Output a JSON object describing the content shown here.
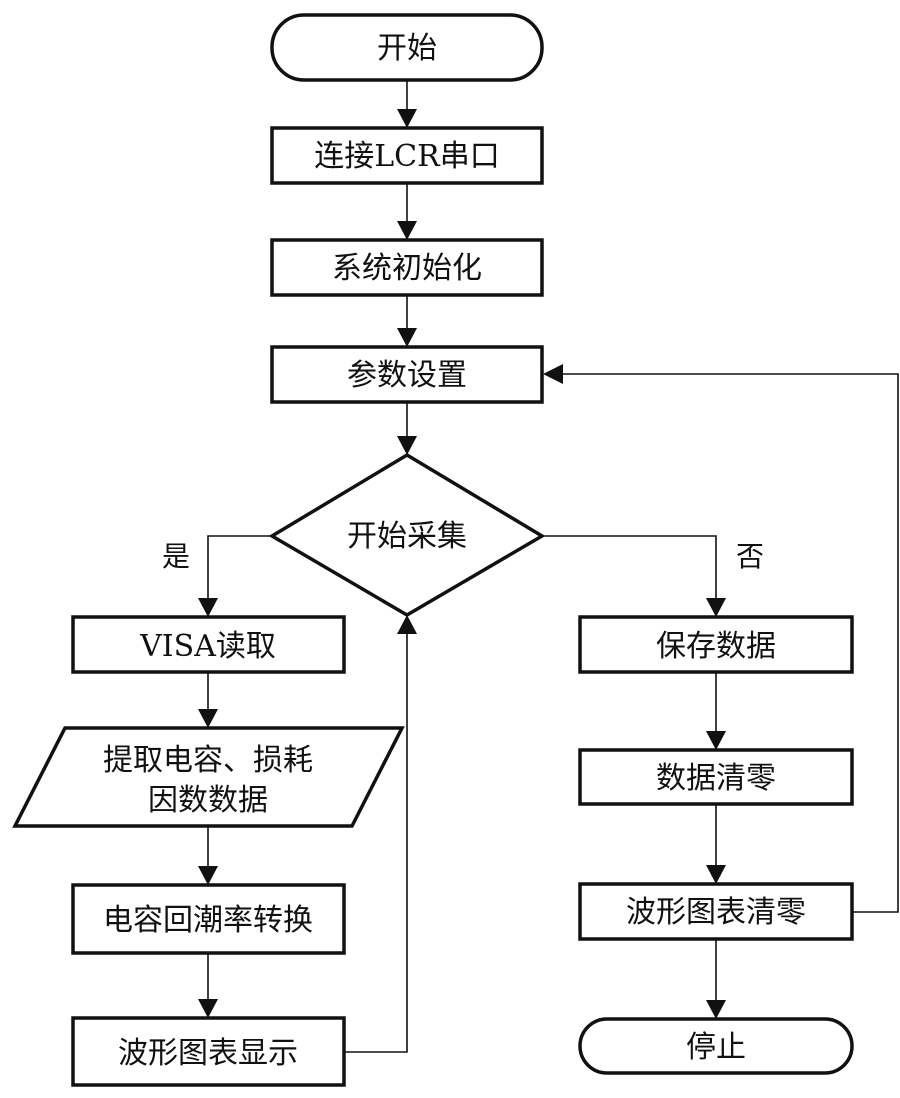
{
  "diagram": {
    "type": "flowchart",
    "nodes": {
      "start": {
        "label": "开始",
        "shape": "terminator"
      },
      "connect_lcr": {
        "label": "连接LCR串口",
        "shape": "process"
      },
      "system_init": {
        "label": "系统初始化",
        "shape": "process"
      },
      "param_setup": {
        "label": "参数设置",
        "shape": "process"
      },
      "start_acquisition": {
        "label": "开始采集",
        "shape": "decision"
      },
      "visa_read": {
        "label": "VISA读取",
        "shape": "process"
      },
      "extract_data": {
        "label_line1": "提取电容、损耗",
        "label_line2": "因数数据",
        "shape": "data"
      },
      "capacitance_conversion": {
        "label": "电容回潮率转换",
        "shape": "process"
      },
      "waveform_display": {
        "label": "波形图表显示",
        "shape": "process"
      },
      "save_data": {
        "label": "保存数据",
        "shape": "process"
      },
      "clear_data": {
        "label": "数据清零",
        "shape": "process"
      },
      "clear_waveform": {
        "label": "波形图表清零",
        "shape": "process"
      },
      "stop": {
        "label": "停止",
        "shape": "terminator"
      }
    },
    "branch_labels": {
      "yes": "是",
      "no": "否"
    },
    "edges": [
      {
        "from": "start",
        "to": "connect_lcr"
      },
      {
        "from": "connect_lcr",
        "to": "system_init"
      },
      {
        "from": "system_init",
        "to": "param_setup"
      },
      {
        "from": "param_setup",
        "to": "start_acquisition"
      },
      {
        "from": "start_acquisition",
        "to": "visa_read",
        "label": "是"
      },
      {
        "from": "visa_read",
        "to": "extract_data"
      },
      {
        "from": "extract_data",
        "to": "capacitance_conversion"
      },
      {
        "from": "capacitance_conversion",
        "to": "waveform_display"
      },
      {
        "from": "waveform_display",
        "to": "start_acquisition"
      },
      {
        "from": "start_acquisition",
        "to": "save_data",
        "label": "否"
      },
      {
        "from": "save_data",
        "to": "clear_data"
      },
      {
        "from": "clear_data",
        "to": "clear_waveform"
      },
      {
        "from": "clear_waveform",
        "to": "param_setup"
      },
      {
        "from": "clear_waveform",
        "to": "stop"
      }
    ]
  }
}
